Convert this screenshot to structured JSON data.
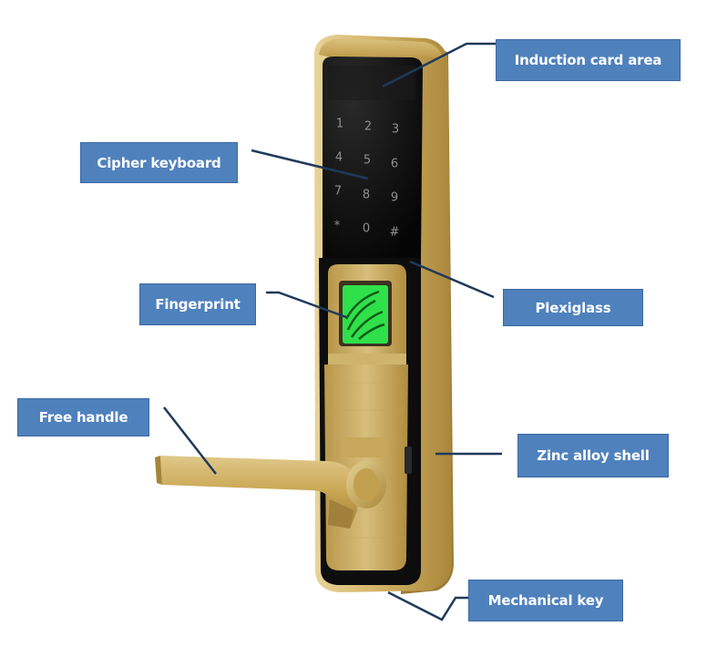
{
  "labels": {
    "induction_card_area": "Induction card area",
    "cipher_keyboard": "Cipher keyboard",
    "fingerprint": "Fingerprint",
    "plexiglass": "Plexiglass",
    "free_handle": "Free handle",
    "zinc_alloy_shell": "Zinc alloy shell",
    "mechanical_key": "Mechanical key"
  },
  "keypad": [
    "1",
    "2",
    "3",
    "4",
    "5",
    "6",
    "7",
    "8",
    "9",
    "*",
    "0",
    "#"
  ],
  "colors": {
    "label_fill": "#4f81bd",
    "label_text": "#ffffff",
    "leader_line": "#1f3a5a",
    "shell_gold": "#c9a44c",
    "panel_black": "#111111",
    "fingerprint_green": "#2fe04a"
  }
}
